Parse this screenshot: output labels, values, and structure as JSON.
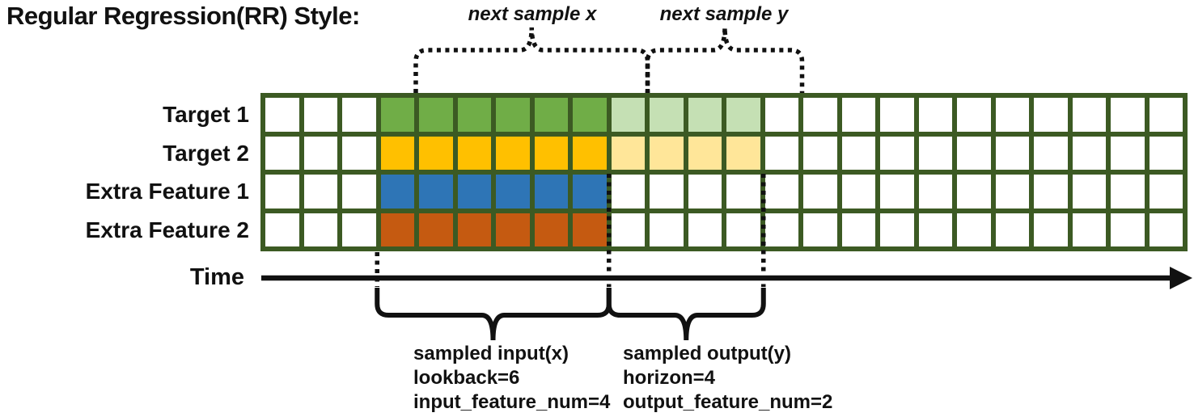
{
  "title": "Regular Regression(RR) Style:",
  "colors": {
    "grid_border": "#3C5A23",
    "cell_empty": "#FFFFFF",
    "ink": "#111111"
  },
  "grid": {
    "num_columns": 24,
    "num_feature_rows": 4,
    "input_start_col": 3,
    "lookback": 6,
    "horizon": 4,
    "rows": [
      {
        "label": "Target 1",
        "role": "target",
        "solid_color": "#70AD47",
        "faded_color": "#C5E0B4"
      },
      {
        "label": "Target 2",
        "role": "target",
        "solid_color": "#FFC000",
        "faded_color": "#FFE699"
      },
      {
        "label": "Extra Feature 1",
        "role": "extra-feature",
        "solid_color": "#2E75B6",
        "faded_color": null
      },
      {
        "label": "Extra Feature 2",
        "role": "extra-feature",
        "solid_color": "#C55A11",
        "faded_color": null
      }
    ]
  },
  "annotations": {
    "next_sample_x": "next sample x",
    "next_sample_y": "next sample y",
    "time_label": "Time",
    "sampled_input_lines": [
      "sampled input(x)",
      "lookback=6",
      "input_feature_num=4"
    ],
    "sampled_output_lines": [
      "sampled output(y)",
      "horizon=4",
      "output_feature_num=2"
    ]
  }
}
